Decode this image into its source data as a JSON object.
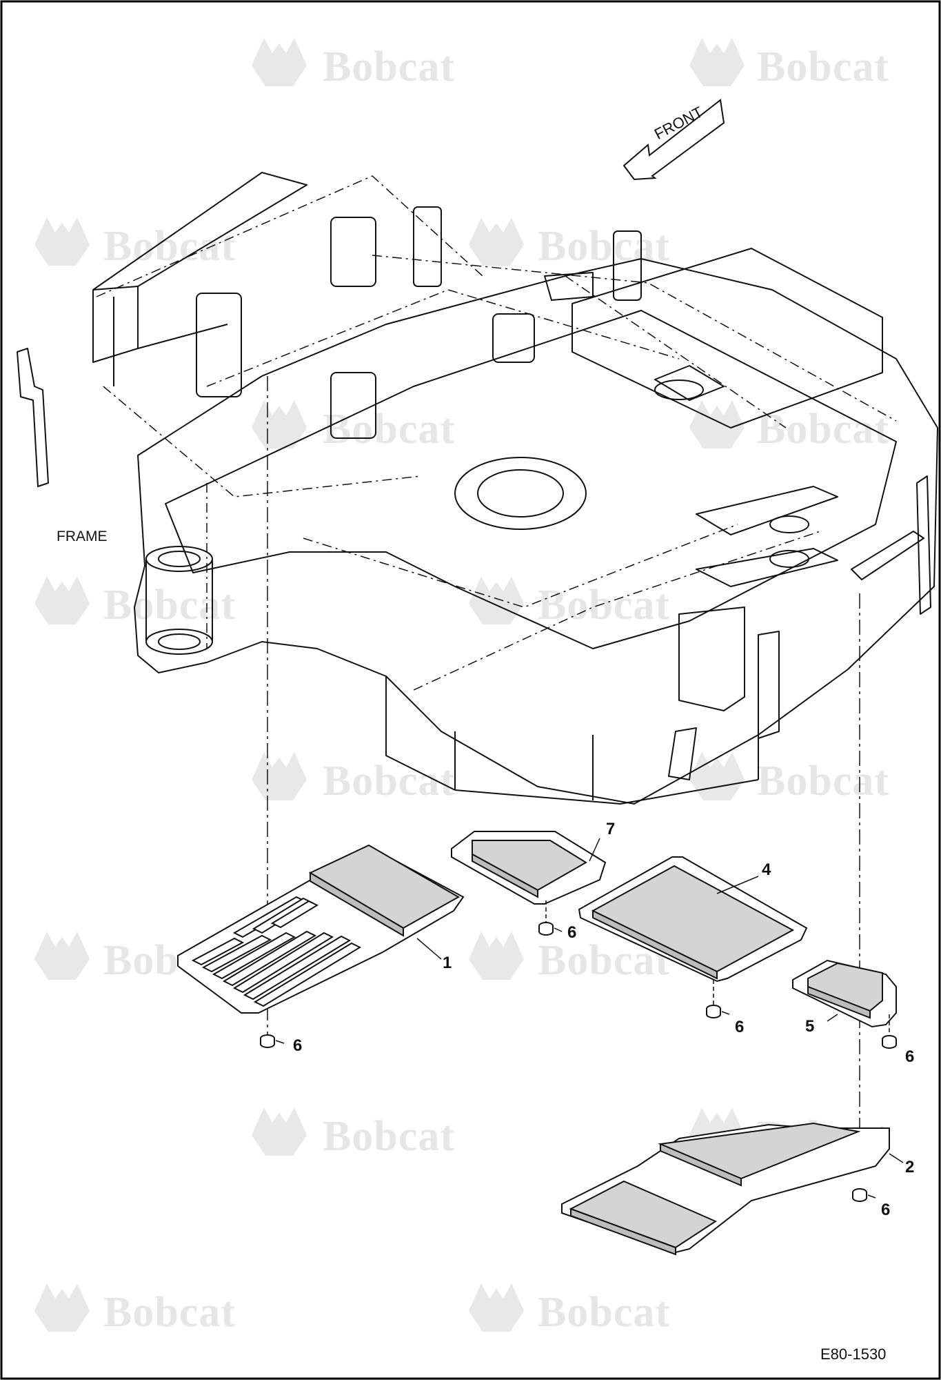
{
  "drawing_number": "E80-1530",
  "direction_label": "FRONT",
  "frame_label": "FRAME",
  "watermark_text": "Bobcat",
  "callouts": {
    "p1": "1",
    "p2": "2",
    "p4": "4",
    "p5": "5",
    "p7": "7",
    "p6a": "6",
    "p6b": "6",
    "p6c": "6",
    "p6d": "6",
    "p6e": "6"
  },
  "colors": {
    "line": "#111111",
    "pad_fill": "#d4d4d4",
    "watermark": "#e6e6e6",
    "border": "#000000"
  }
}
